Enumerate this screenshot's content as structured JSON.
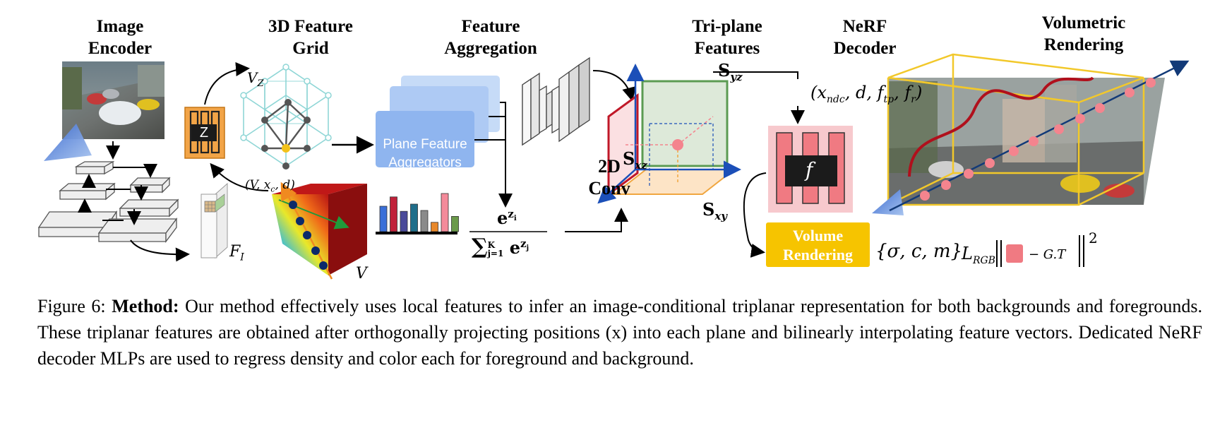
{
  "stages": {
    "image_encoder": [
      "Image",
      "Encoder"
    ],
    "feature_grid": [
      "3D Feature",
      "Grid"
    ],
    "feature_aggregation": [
      "Feature",
      "Aggregation"
    ],
    "triplane": [
      "Tri-plane",
      "Features"
    ],
    "nerf_decoder": [
      "NeRF",
      "Decoder"
    ],
    "volumetric_rendering": [
      "Volumetric",
      "Rendering"
    ],
    "conv2d": [
      "2D",
      "Conv"
    ]
  },
  "labels": {
    "z_box": "Z",
    "vz": "V",
    "vz_sub": "Z",
    "vxcd": "(V, x",
    "vxcd_sub": "c",
    "vxcd_tail": ", d)",
    "fi": "F",
    "fi_sub": "I",
    "v": "V",
    "aggregators": [
      "Plane Feature",
      "Aggregators"
    ],
    "softmax_num": "e",
    "softmax_num_sup": "z",
    "softmax_num_sup_sub": "i",
    "softmax_den_sum": "∑",
    "softmax_den_sup": "K",
    "softmax_den_sub": "j=1",
    "softmax_den_e": "e",
    "softmax_den_sup2": "z",
    "softmax_den_sup2_sub": "j",
    "syz": "S",
    "syz_sub": "yz",
    "sxz": "S",
    "sxz_sub": "xz",
    "sxy": "S",
    "sxy_sub": "xy",
    "decoder_input": "(x",
    "decoder_input_sub": "ndc",
    "decoder_input_mid": ", d, f",
    "decoder_input_sub2": "tp",
    "decoder_input_mid2": ", f",
    "decoder_input_sub3": "r",
    "decoder_input_tail": ")",
    "f": "f",
    "volume_rendering": [
      "Volume",
      "Rendering"
    ],
    "outputs": "{σ, c, m}",
    "loss": "L",
    "loss_sub": "RGB",
    "gt": "− G.T",
    "squared": "2"
  },
  "histogram": {
    "values": [
      0.6,
      0.82,
      0.48,
      0.65,
      0.5,
      0.22,
      0.9,
      0.36
    ],
    "colors": [
      "#3a6fd8",
      "#c0213a",
      "#4a4a9a",
      "#1f6e8a",
      "#8a8a8a",
      "#e8882a",
      "#f48a9a",
      "#6b9a4a"
    ]
  },
  "caption": {
    "fig": "Figure 6:",
    "bold": "Method:",
    "text": " Our method effectively uses local features to infer an image-conditional triplanar representation for both backgrounds and foregrounds.  These triplanar features are obtained after orthogonally projecting positions (x) into each plane and bilinearly interpolating feature vectors. Dedicated NeRF decoder MLPs are used to regress density and color each for foreground and background."
  },
  "colors": {
    "orange": "#f0a640",
    "pink": "#f7c9cd",
    "salmon": "#f07a82",
    "blue_light": "#bcd3f5",
    "blue": "#8db2ef",
    "yellow": "#f6c400",
    "teal": "#8fd6d6",
    "navy": "#123a78"
  }
}
